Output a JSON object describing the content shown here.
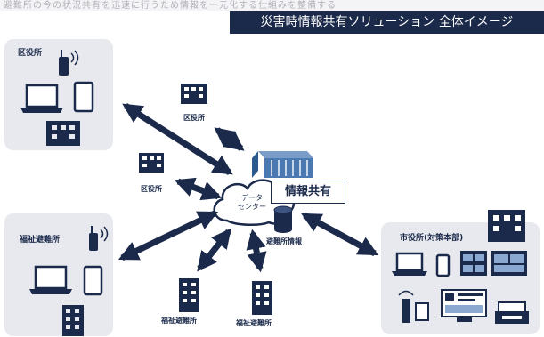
{
  "header": {
    "top_strip_text": "避難所の今の状況共有を迅速に行うため情報を一元化する仕組みを整備する",
    "banner_title": "災害時情報共有ソリューション 全体イメージ"
  },
  "nodes": {
    "ward_office_panel_label": "区役所",
    "shelter_panel_label": "福祉避難所",
    "hq_panel_label": "市役所(対策本部)",
    "ward_office_top": "区役所",
    "ward_office_mid": "区役所",
    "shelter_bottom_left": "福祉避難所",
    "shelter_bottom_right": "福祉避難所"
  },
  "center": {
    "cloud_line1": "データ",
    "cloud_line2": "センター",
    "share_label": "情報共有",
    "db_label": "避難所情報"
  },
  "colors": {
    "navy": "#1b2a4a",
    "panel_bg": "#e8e9ee",
    "server_blue": "#4a78b0"
  }
}
